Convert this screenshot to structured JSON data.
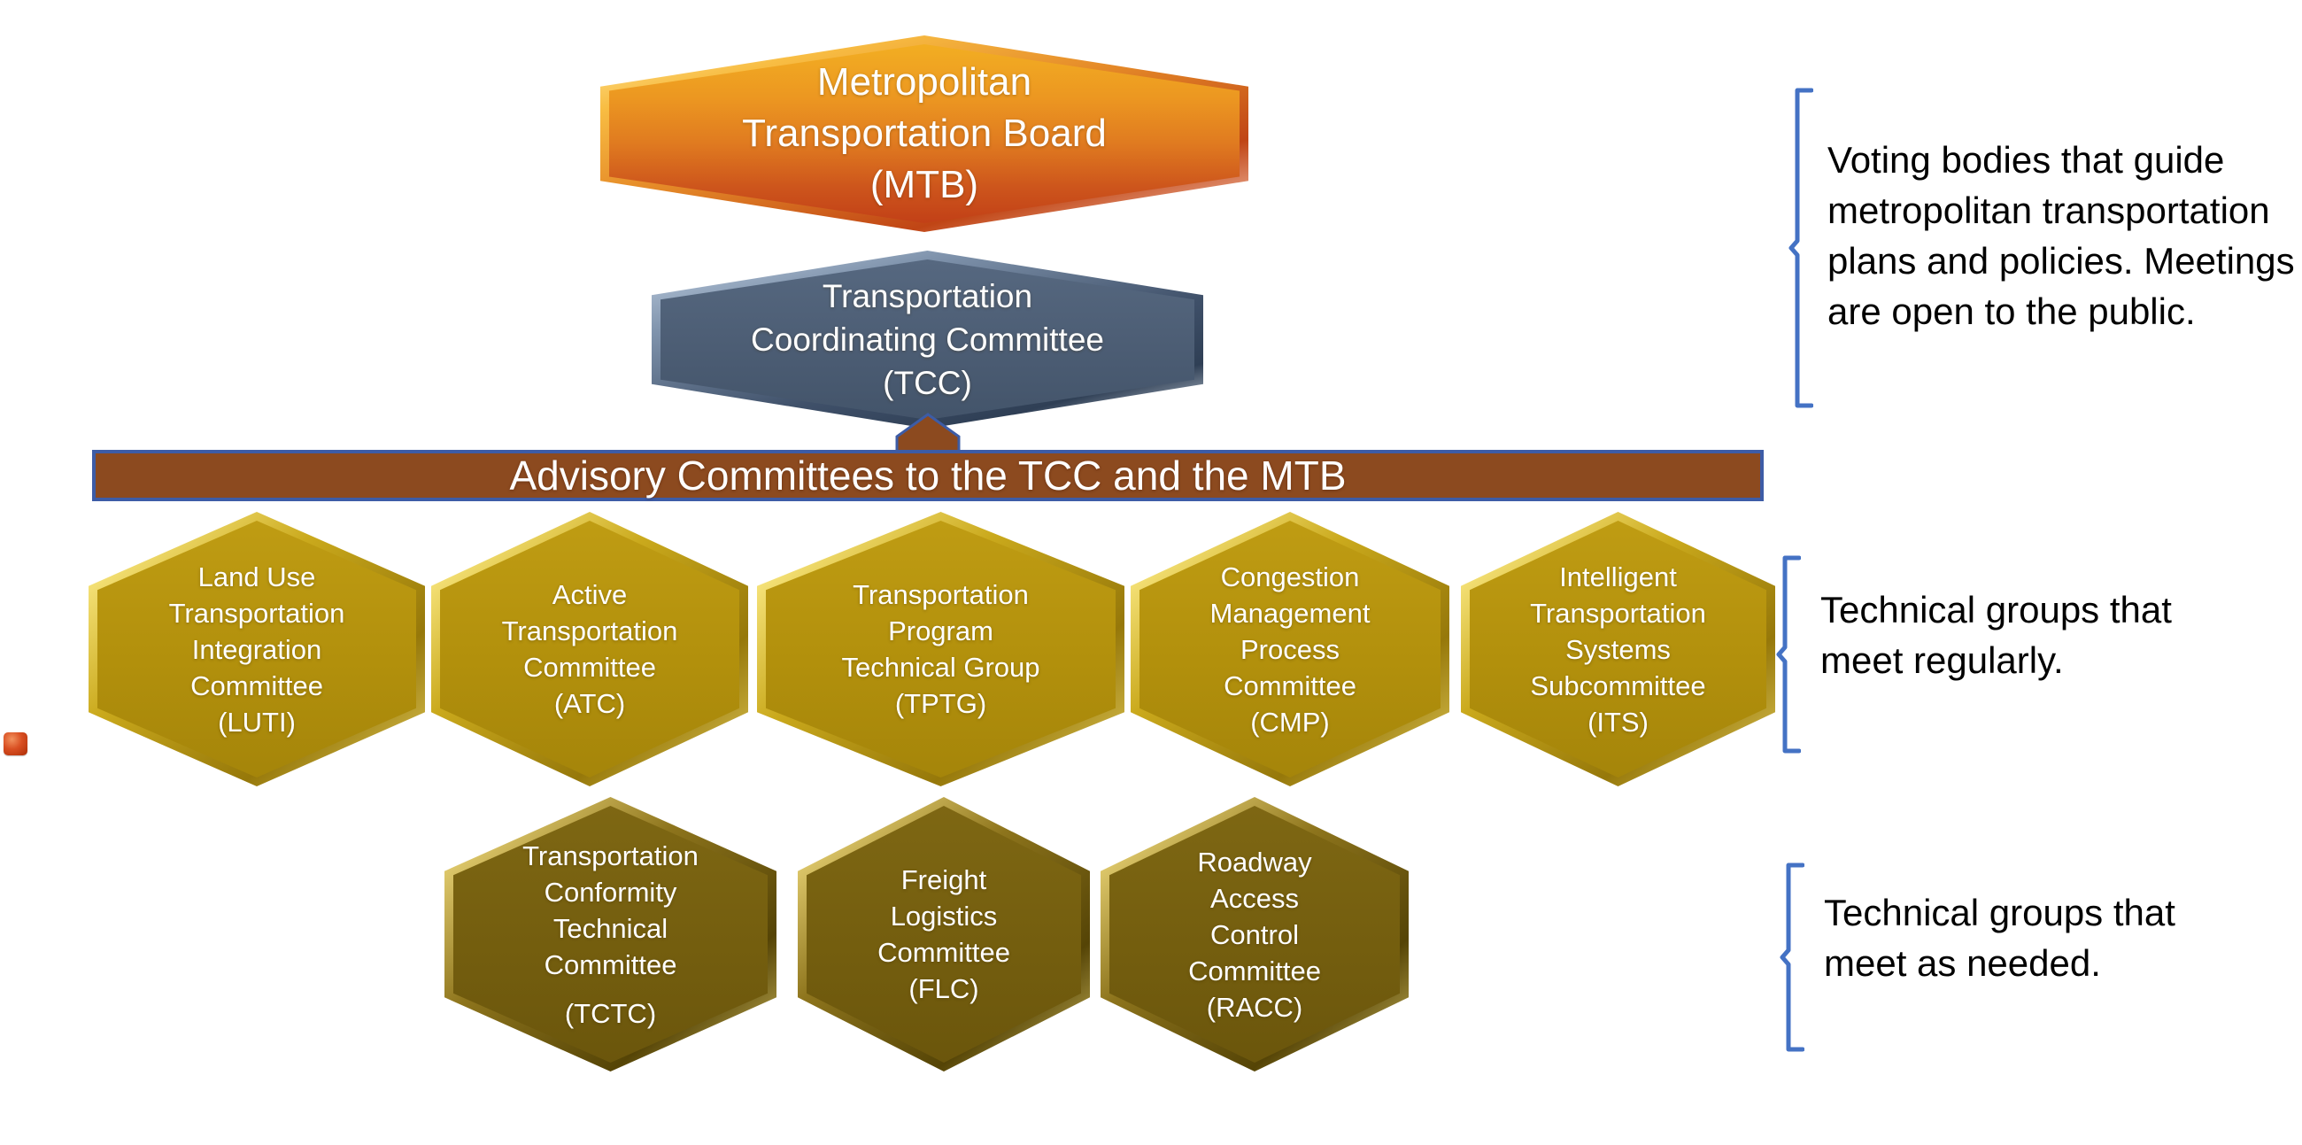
{
  "shapes": {
    "mtb": {
      "lines": [
        "Metropolitan",
        "Transportation Board",
        "(MTB)"
      ]
    },
    "tcc": {
      "lines": [
        "Transportation",
        "Coordinating Committee",
        "(TCC)"
      ]
    },
    "banner_label": "Advisory Committees to the TCC and the MTB",
    "row1": [
      {
        "id": "luti",
        "lines": [
          "Land Use",
          "Transportation",
          "Integration",
          "Committee",
          "(LUTI)"
        ]
      },
      {
        "id": "atc",
        "lines": [
          "Active",
          "Transportation",
          "Committee",
          "(ATC)"
        ]
      },
      {
        "id": "tptg",
        "lines": [
          "Transportation",
          "Program",
          "Technical Group",
          "(TPTG)"
        ]
      },
      {
        "id": "cmp",
        "lines": [
          "Congestion",
          "Management",
          "Process",
          "Committee",
          "(CMP)"
        ]
      },
      {
        "id": "its",
        "lines": [
          "Intelligent",
          "Transportation",
          "Systems",
          "Subcommittee",
          "(ITS)"
        ]
      }
    ],
    "row2": [
      {
        "id": "tctc",
        "lines": [
          "Transportation",
          "Conformity",
          "Technical",
          "Committee",
          "(TCTC)"
        ]
      },
      {
        "id": "flc",
        "lines": [
          "Freight",
          "Logistics",
          "Committee",
          "(FLC)"
        ]
      },
      {
        "id": "racc",
        "lines": [
          "Roadway",
          "Access",
          "Control",
          "Committee",
          "(RACC)"
        ]
      }
    ]
  },
  "annotations": [
    {
      "lines": [
        "Voting bodies that guide",
        "metropolitan transportation",
        "plans and policies. Meetings",
        "are open to the public."
      ]
    },
    {
      "lines": [
        "Technical groups that",
        "meet regularly."
      ]
    },
    {
      "lines": [
        "Technical groups that",
        "meet as needed."
      ]
    }
  ],
  "colors": {
    "mtb_gradient_top": "#F2AE22",
    "mtb_gradient_bottom": "#C24017",
    "tcc_fill": "#4D5E75",
    "gold_fill": "#B6940E",
    "olive_fill": "#7C6512",
    "banner_brown": "#8C4A1F",
    "banner_border_blue": "#3D5CA6",
    "bracket_blue": "#4472C4",
    "annotation_text": "#000000",
    "shape_text": "#FFFFFF"
  }
}
